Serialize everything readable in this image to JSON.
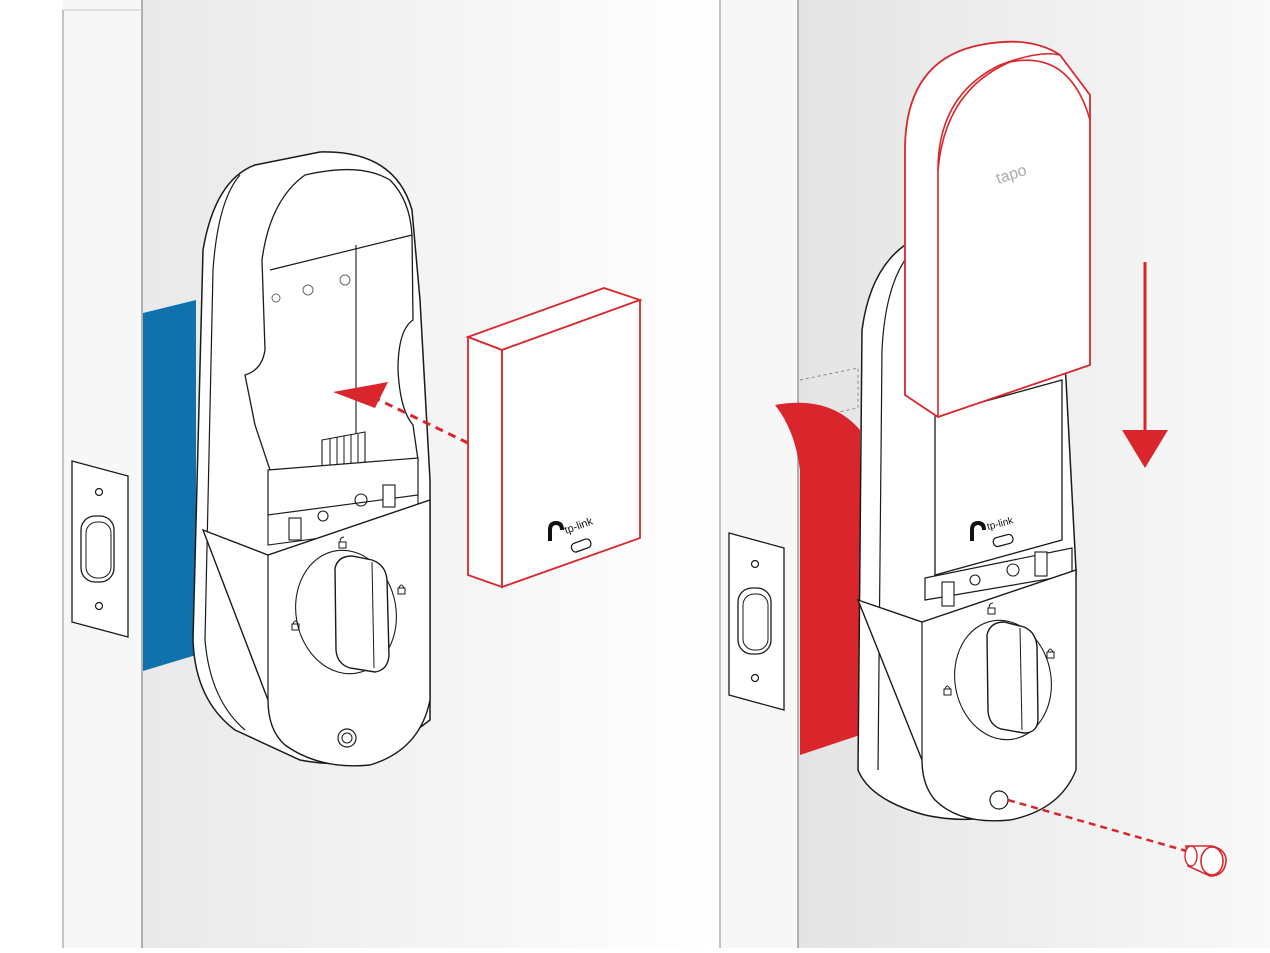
{
  "colors": {
    "red": "#d9262c",
    "blue": "#1072ad",
    "line": "#1a1a1a",
    "door_face": "#eaeaea",
    "door_edge": "#f6f6f6",
    "grey_line": "#9a9a9a"
  },
  "panels": [
    {
      "name": "step-install-battery",
      "battery_brand": "tp-link",
      "tape_color": "blue"
    },
    {
      "name": "step-attach-cover",
      "cover_brand": "tapo",
      "battery_brand": "tp-link",
      "tape_color": "red"
    }
  ],
  "icons": [
    "lock-icon",
    "unlock-icon",
    "screw-icon",
    "usb-c-port-icon",
    "tp-link-logo-icon",
    "arrow-left-icon",
    "arrow-down-icon",
    "screw-cap-icon"
  ]
}
